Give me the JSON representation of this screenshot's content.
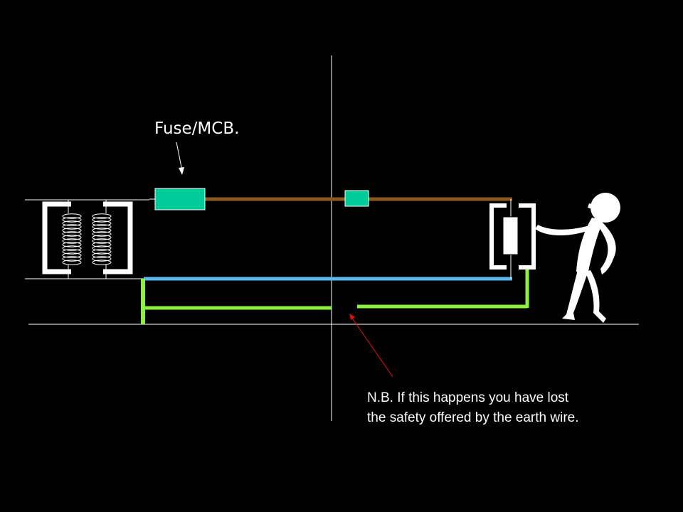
{
  "labels": {
    "fuse": "Fuse/MCB.",
    "note_line1": "N.B. If this happens you have lost",
    "note_line2": "the safety offered by the earth wire."
  },
  "colors": {
    "background": "#000000",
    "live_wire": "#8B5A1E",
    "neutral_wire": "#5BB8F0",
    "earth_wire": "#8BF040",
    "fuse": "#00CC99",
    "note_arrow": "#E01010",
    "line": "#FFFFFF"
  }
}
